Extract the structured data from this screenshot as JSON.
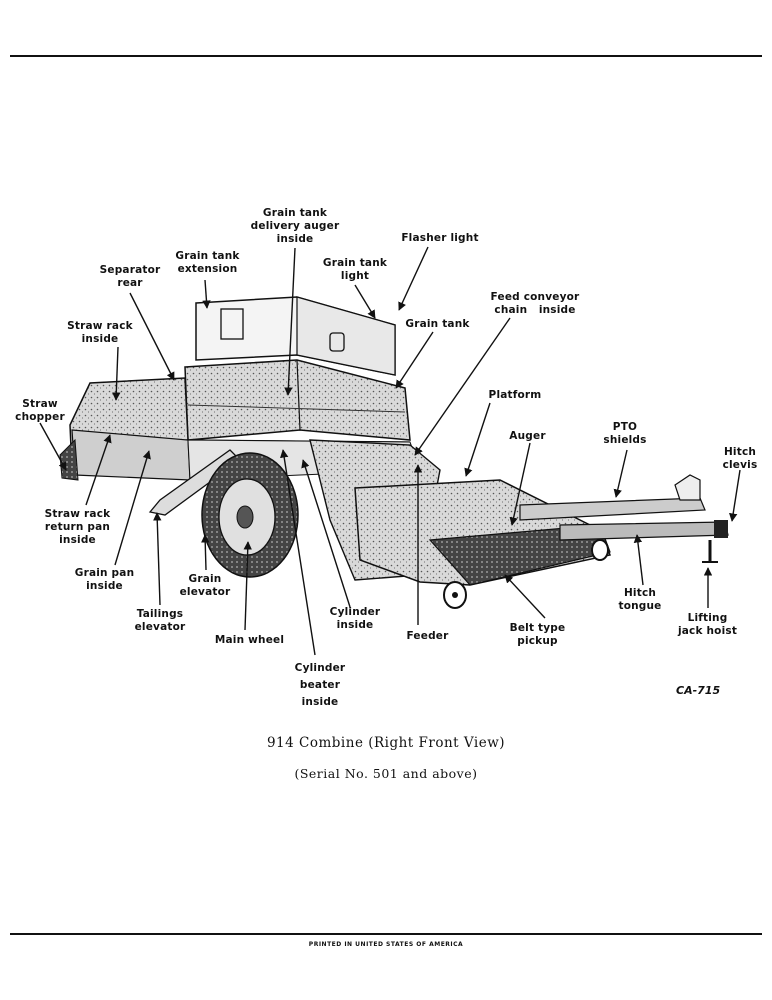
{
  "labels": {
    "grain_tank_delivery_auger": "Grain tank\ndelivery auger\ninside",
    "flasher_light": "Flasher light",
    "grain_tank_extension": "Grain tank\nextension",
    "grain_tank_light": "Grain tank\nlight",
    "feed_conveyor_chain": "Feed conveyor\nchain   inside",
    "separator_rear": "Separator\nrear",
    "grain_tank": "Grain tank",
    "straw_rack": "Straw rack\ninside",
    "straw_chopper": "Straw\nchopper",
    "platform": "Platform",
    "auger": "Auger",
    "pto_shields": "PTO\nshields",
    "hitch_clevis": "Hitch\nclevis",
    "straw_rack_return_pan": "Straw rack\nreturn pan\ninside",
    "grain_pan": "Grain pan\ninside",
    "grain_elevator": "Grain\nelevator",
    "tailings_elevator": "Tailings\nelevator",
    "main_wheel": "Main wheel",
    "cylinder": "Cylinder\ninside",
    "feeder": "Feeder",
    "belt_type_pickup": "Belt type\npickup",
    "hitch_tongue": "Hitch\ntongue",
    "lifting_jack_hoist": "Lifting\njack hoist",
    "cylinder_beater": "Cylinder\nbeater\ninside"
  },
  "figure_code": "CA-715",
  "caption_line1": "914 Combine (Right Front View)",
  "caption_line2": "(Serial No. 501 and above)",
  "footer": "PRINTED IN UNITED STATES OF AMERICA"
}
